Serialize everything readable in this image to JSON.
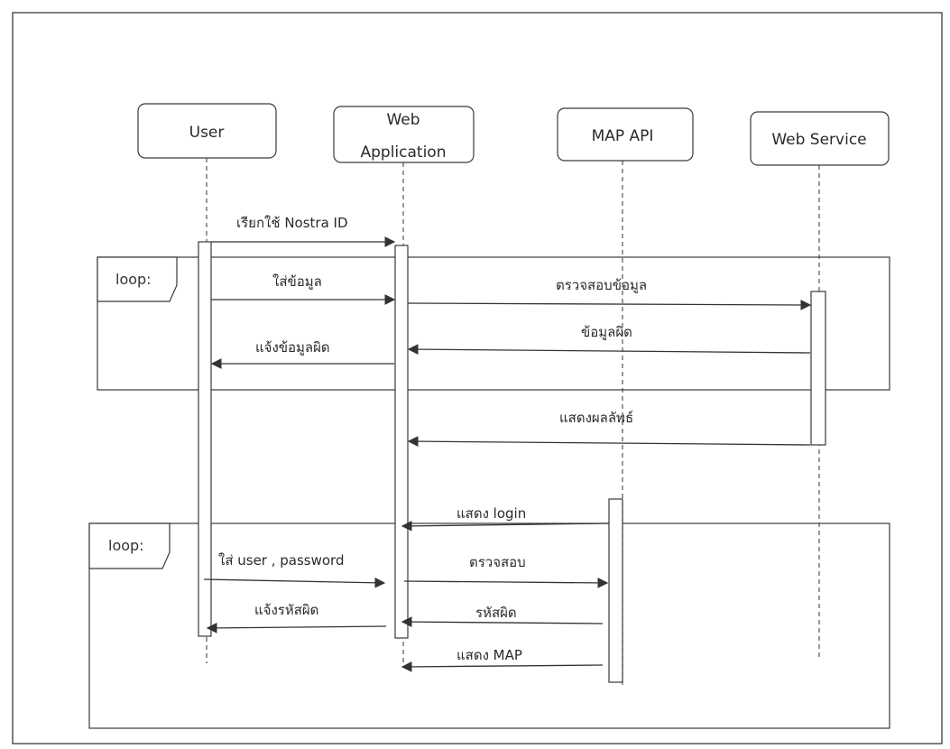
{
  "participants": [
    {
      "id": "user",
      "label_lines": [
        "User"
      ]
    },
    {
      "id": "webapp",
      "label_lines": [
        "Web",
        "Application"
      ]
    },
    {
      "id": "mapapi",
      "label_lines": [
        "MAP API"
      ]
    },
    {
      "id": "webservice",
      "label_lines": [
        "Web Service"
      ]
    }
  ],
  "frames": [
    {
      "id": "loop1",
      "label": "loop:"
    },
    {
      "id": "loop2",
      "label": "loop:"
    }
  ],
  "messages": [
    {
      "id": "m1",
      "from": "user",
      "to": "webapp",
      "label": "เรียกใช้ Nostra ID"
    },
    {
      "id": "m2",
      "from": "user",
      "to": "webapp",
      "label": "ใส่ข้อมูล"
    },
    {
      "id": "m3",
      "from": "webapp",
      "to": "webservice",
      "label": "ตรวจสอบข้อมูล"
    },
    {
      "id": "m4",
      "from": "webservice",
      "to": "webapp",
      "label": "ข้อมูลผิด"
    },
    {
      "id": "m5",
      "from": "webapp",
      "to": "user",
      "label": "แจ้งข้อมูลผิด"
    },
    {
      "id": "m6",
      "from": "webservice",
      "to": "webapp",
      "label": "แสดงผลลัพธ์"
    },
    {
      "id": "m7",
      "from": "mapapi",
      "to": "webapp",
      "label": "แสดง login"
    },
    {
      "id": "m8",
      "from": "user",
      "to": "webapp",
      "label": "ใส่ user , password"
    },
    {
      "id": "m9",
      "from": "webapp",
      "to": "mapapi",
      "label": "ตรวจสอบ"
    },
    {
      "id": "m10",
      "from": "mapapi",
      "to": "webapp",
      "label": "รหัสผิด"
    },
    {
      "id": "m11",
      "from": "webapp",
      "to": "user",
      "label": "แจ้งรหัสผิด"
    },
    {
      "id": "m12",
      "from": "mapapi",
      "to": "webapp",
      "label": "แสดง MAP"
    }
  ]
}
